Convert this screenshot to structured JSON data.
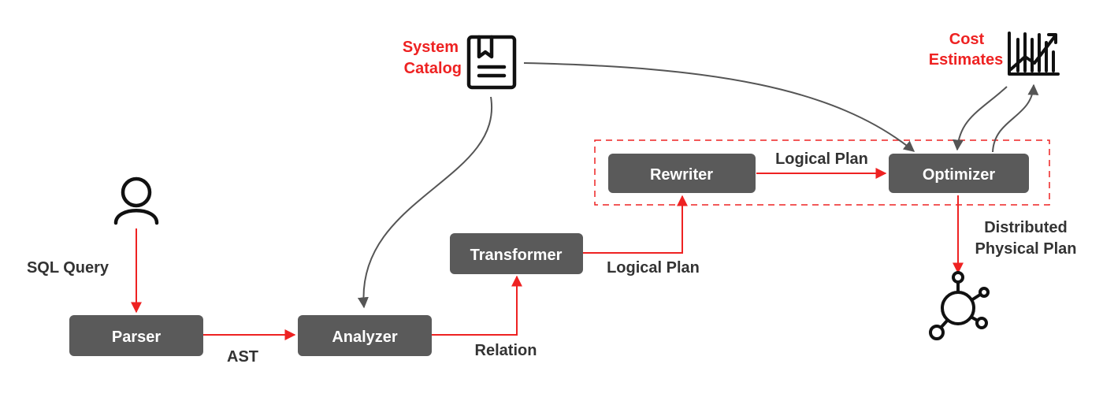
{
  "nodes": {
    "parser": "Parser",
    "analyzer": "Analyzer",
    "transformer": "Transformer",
    "rewriter": "Rewriter",
    "optimizer": "Optimizer"
  },
  "edge_labels": {
    "sql_query": "SQL Query",
    "ast": "AST",
    "relation": "Relation",
    "logical_plan_1": "Logical Plan",
    "logical_plan_2": "Logical Plan",
    "physical_plan_line1": "Distributed",
    "physical_plan_line2": "Physical Plan"
  },
  "catalog": {
    "line1": "System",
    "line2": "Catalog"
  },
  "cost": {
    "line1": "Cost",
    "line2": "Estimates"
  },
  "icons": {
    "user": "user-icon",
    "catalog": "bookmark-document-icon",
    "cost": "chart-trend-icon",
    "cluster": "network-hub-icon"
  },
  "colors": {
    "node_fill": "#5a5a5a",
    "flow": "#ee2222",
    "dependency": "#555555",
    "text": "#333333"
  }
}
